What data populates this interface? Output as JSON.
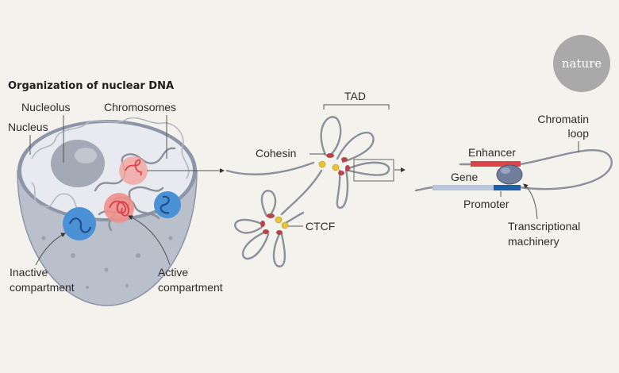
{
  "title": "Organization of nuclear DNA",
  "logo": "nature",
  "labels": {
    "nucleolus": "Nucleolus",
    "chromosomes": "Chromosomes",
    "nucleus": "Nucleus",
    "inactive_1": "Inactive",
    "inactive_2": "compartment",
    "active_1": "Active",
    "active_2": "compartment",
    "tad": "TAD",
    "cohesin": "Cohesin",
    "ctcf": "CTCF",
    "chromatin_1": "Chromatin",
    "chromatin_2": "loop",
    "enhancer": "Enhancer",
    "gene": "Gene",
    "promoter": "Promoter",
    "machinery_1": "Transcriptional",
    "machinery_2": "machinery"
  },
  "colors": {
    "background": "#f4f2ec",
    "active": "#d9454a",
    "inactive": "#1f5fa8",
    "cohesin": "#b8434b",
    "ctcf": "#e8c33a",
    "logo": "#a9a9a9"
  }
}
